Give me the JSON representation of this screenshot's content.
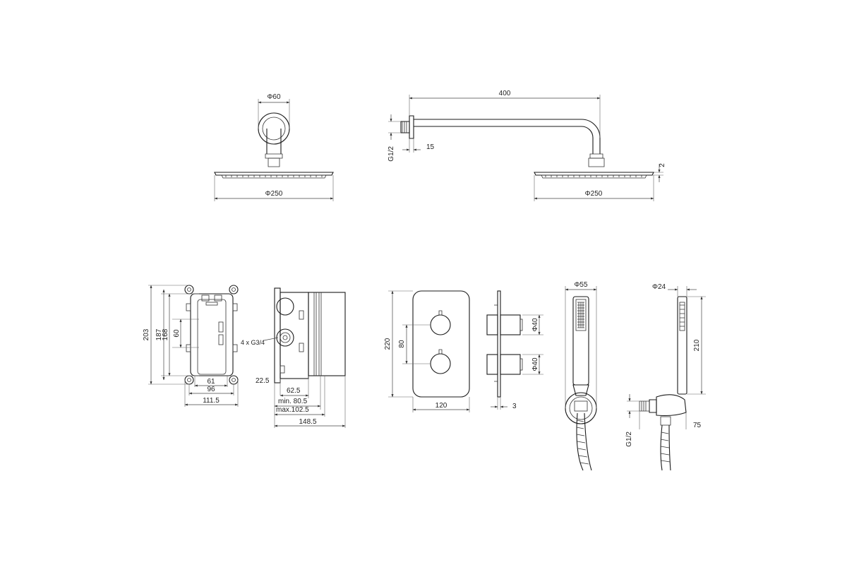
{
  "head_front": {
    "pipe_dia": "Φ60",
    "head_dia": "Φ250"
  },
  "head_side": {
    "arm_length": "400",
    "thread": "G1/2",
    "flange": "15",
    "thickness": "2",
    "head_dia": "Φ250"
  },
  "valve_box": {
    "h_203": "203",
    "h_187": "187",
    "h_168": "168",
    "h_60": "60",
    "w_61": "61",
    "w_96": "96",
    "w_111": "111.5"
  },
  "valve_side": {
    "ports": "4 x G3/4",
    "d_22": "22.5",
    "d_62": "62.5",
    "d_min": "min. 80.5",
    "d_max": "max.102.5",
    "d_148": "148.5"
  },
  "trim_plate": {
    "height": "220",
    "spacing": "80",
    "width": "120"
  },
  "trim_side": {
    "knob_top": "Φ40",
    "knob_bottom": "Φ40",
    "plate": "3"
  },
  "handset": {
    "dia": "Φ55"
  },
  "holder": {
    "dia": "Φ24",
    "length": "210",
    "thread": "G1/2",
    "offset": "75"
  }
}
